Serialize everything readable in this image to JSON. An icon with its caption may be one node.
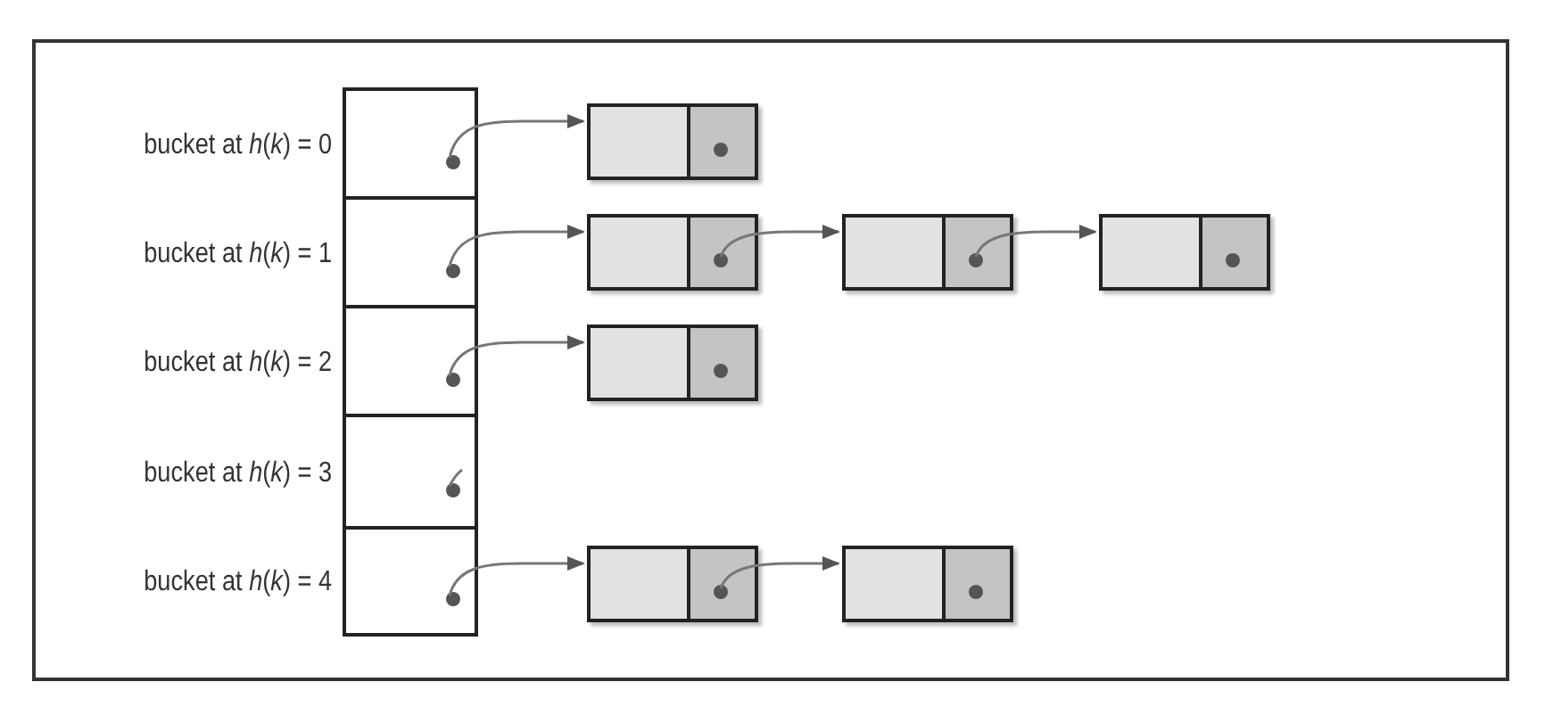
{
  "diagram": {
    "nodes": [
      {
        "text": [
          "bucket at *h*(*k*) = 0"
        ]
      },
      {
        "text": [
          "bucket at *h*(*k*) = 1"
        ]
      },
      {
        "text": [
          "bucket at *h*(*k*) = 2"
        ]
      },
      {
        "text": [
          "bucket at *h*(*k*) = 3"
        ]
      },
      {
        "text": [
          "bucket at *h*(*k*) = 4"
        ]
      },
      {
        "text": [],
        "shape": "box"
      },
      {
        "text": [],
        "shape": "box"
      },
      {
        "text": [],
        "shape": "box"
      },
      {
        "text": [],
        "shape": "box"
      },
      {
        "text": [],
        "shape": "box"
      },
      {
        "text": [],
        "shape": "box"
      },
      {
        "text": [],
        "shape": "box"
      }
    ],
    "edges": [
      {
        "from": 0,
        "to": 5,
        "arrow": "to"
      },
      {
        "from": 1,
        "to": 6,
        "arrow": "to"
      },
      {
        "from": 6,
        "to": 7,
        "arrow": "to"
      },
      {
        "from": 7,
        "to": 8,
        "arrow": "to"
      },
      {
        "from": 2,
        "to": 9,
        "arrow": "to"
      },
      {
        "from": 4,
        "to": 10,
        "arrow": "to"
      },
      {
        "from": 10,
        "to": 11,
        "arrow": "to"
      }
    ]
  }
}
